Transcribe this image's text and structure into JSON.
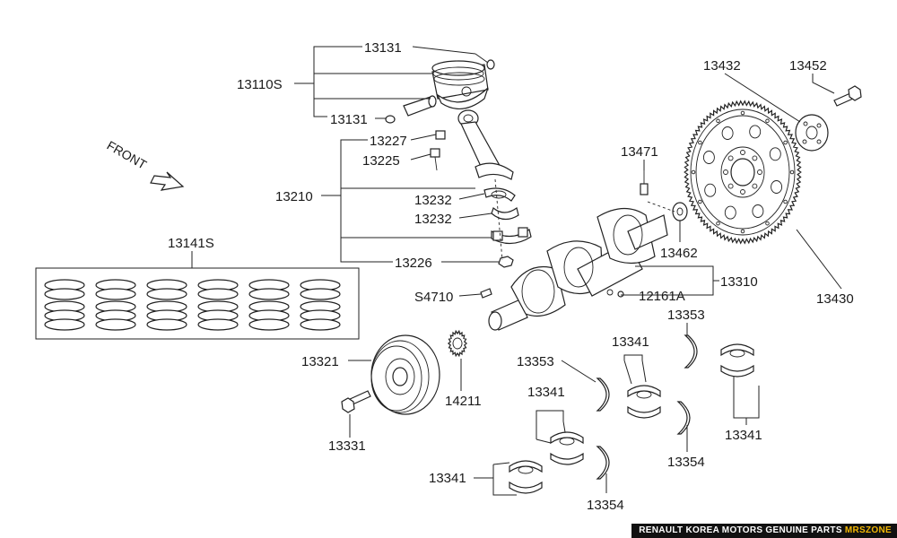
{
  "labels": {
    "l13131a": "13131",
    "l13110S": "13110S",
    "l13131b": "13131",
    "l13227": "13227",
    "l13225": "13225",
    "l13210": "13210",
    "l13232a": "13232",
    "l13232b": "13232",
    "l13226": "13226",
    "l13141S": "13141S",
    "lS4710": "S4710",
    "l12161A": "12161A",
    "l13310": "13310",
    "l13321": "13321",
    "l13331": "13331",
    "l14211": "14211",
    "l13471": "13471",
    "l13462": "13462",
    "l13432": "13432",
    "l13452": "13452",
    "l13430": "13430",
    "l13353a": "13353",
    "l13353b": "13353",
    "l13341a": "13341",
    "l13341b": "13341",
    "l13341c": "13341",
    "l13341d": "13341",
    "l13354a": "13354",
    "l13354b": "13354"
  },
  "front_label": "FRONT",
  "footer": {
    "main": "RENAULT KOREA MOTORS GENUINE PARTS",
    "brand": "MRSZONE"
  },
  "colors": {
    "footer_bg": "#111111",
    "footer_accent": "#f2b705"
  }
}
